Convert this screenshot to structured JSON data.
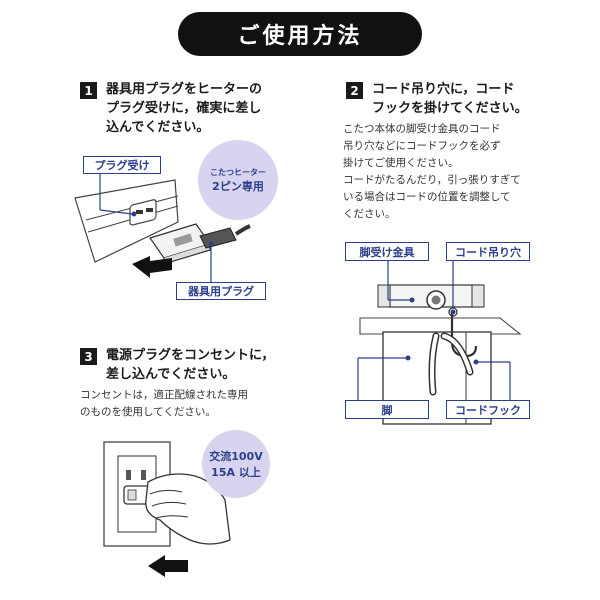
{
  "title": "ご使用方法",
  "steps": [
    {
      "number": "1",
      "heading_lines": [
        "器具用プラグをヒーターの",
        "プラグ受けに，確実に差し",
        "込んでください。"
      ],
      "labels": {
        "plug_receiver": "プラグ受け",
        "appliance_plug": "器具用プラグ"
      },
      "badge_lines": [
        "こたつヒーター",
        "2ピン専用"
      ]
    },
    {
      "number": "2",
      "heading_lines": [
        "コード吊り穴に，コード",
        "フックを掛けてください。"
      ],
      "body_lines": [
        "こたつ本体の脚受け金具のコード",
        "吊り穴などにコードフックを必ず",
        "掛けてご使用ください。",
        "コードがたるんだり，引っ張りすぎて",
        "いる場合はコードの位置を調整して",
        "ください。"
      ],
      "labels": {
        "leg_bracket": "脚受け金具",
        "cord_hole": "コード吊り穴",
        "leg": "脚",
        "cord_hook": "コードフック"
      }
    },
    {
      "number": "3",
      "heading_lines": [
        "電源プラグをコンセントに，",
        "差し込んでください。"
      ],
      "body_lines": [
        "コンセントは，適正配線された専用",
        "のものを使用してください。"
      ],
      "badge_lines": [
        "交流100V",
        "15A 以上"
      ]
    }
  ]
}
